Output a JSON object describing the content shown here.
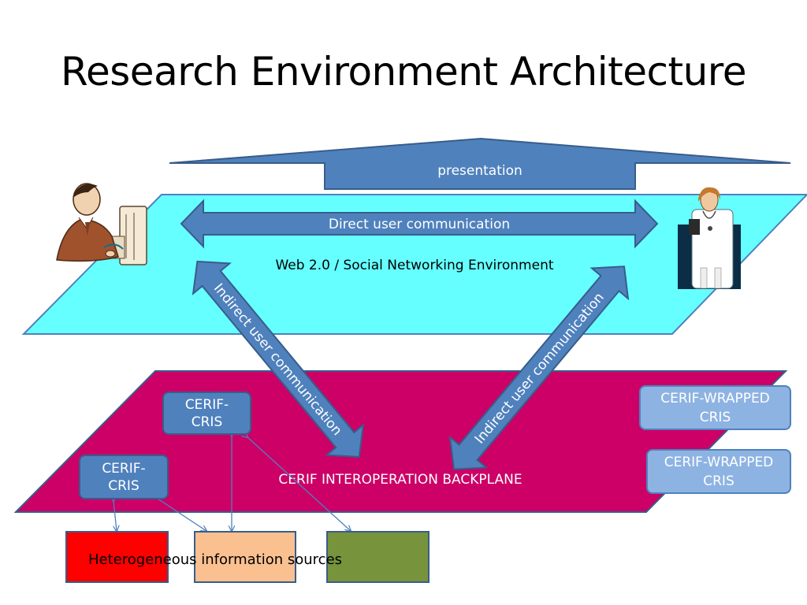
{
  "title": "Research Environment Architecture",
  "presentation_label": "presentation",
  "web_layer": {
    "direct_label": "Direct user communication",
    "env_label": "Web 2.0 / Social Networking Environment",
    "color": "#66ffff"
  },
  "indirect_left_label": "Indirect user communication",
  "indirect_right_label": "Indirect user communication",
  "backplane": {
    "label": "CERIF INTEROPERATION BACKPLANE",
    "color": "#cc0066"
  },
  "cris_top": "CERIF-CRIS",
  "cris_left": "CERIF-CRIS",
  "wrapped_1": "CERIF-WRAPPED CRIS",
  "wrapped_2": "CERIF-WRAPPED CRIS",
  "sources_label": "Heterogeneous information sources",
  "source_colors": [
    "#ff0000",
    "#fac090",
    "#77933c"
  ],
  "icons": [
    "businessman-computer-icon",
    "doctor-icon"
  ]
}
